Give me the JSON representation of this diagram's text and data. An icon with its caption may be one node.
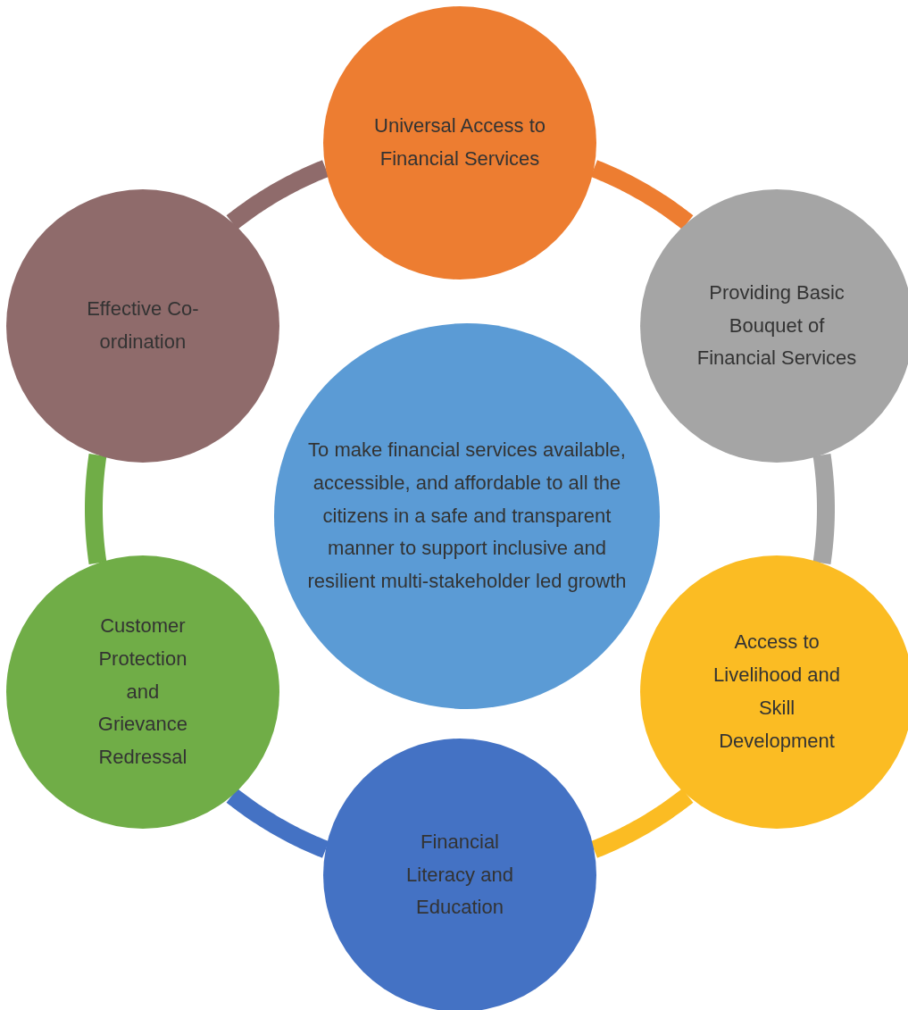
{
  "diagram": {
    "nodes": [
      {
        "text": [
          "To make financial services available, accessible, and affordable to all the citizens in a safe and transparent manner to support inclusive and resilient multi-stakeholder led growth"
        ]
      },
      {
        "text": [
          "Universal Access to Financial Services"
        ]
      },
      {
        "text": [
          "Providing Basic Bouquet of Financial Services"
        ]
      },
      {
        "text": [
          "Access to Livelihood and Skill Development"
        ]
      },
      {
        "text": [
          "Financial Literacy and Education"
        ]
      },
      {
        "text": [
          "Customer Protection and Grievance Redressal"
        ]
      },
      {
        "text": [
          "Effective Co-ordination"
        ]
      }
    ],
    "edges": [
      {
        "from": 1,
        "to": 2,
        "arrow": "none",
        "color": "#ed7d31"
      },
      {
        "from": 2,
        "to": 3,
        "arrow": "none",
        "color": "#a5a5a5"
      },
      {
        "from": 3,
        "to": 4,
        "arrow": "none",
        "color": "#fbbc23"
      },
      {
        "from": 4,
        "to": 5,
        "arrow": "none",
        "color": "#4472c4"
      },
      {
        "from": 5,
        "to": 6,
        "arrow": "none",
        "color": "#70ad47"
      },
      {
        "from": 6,
        "to": 1,
        "arrow": "none",
        "color": "#8f6b6b"
      }
    ]
  }
}
